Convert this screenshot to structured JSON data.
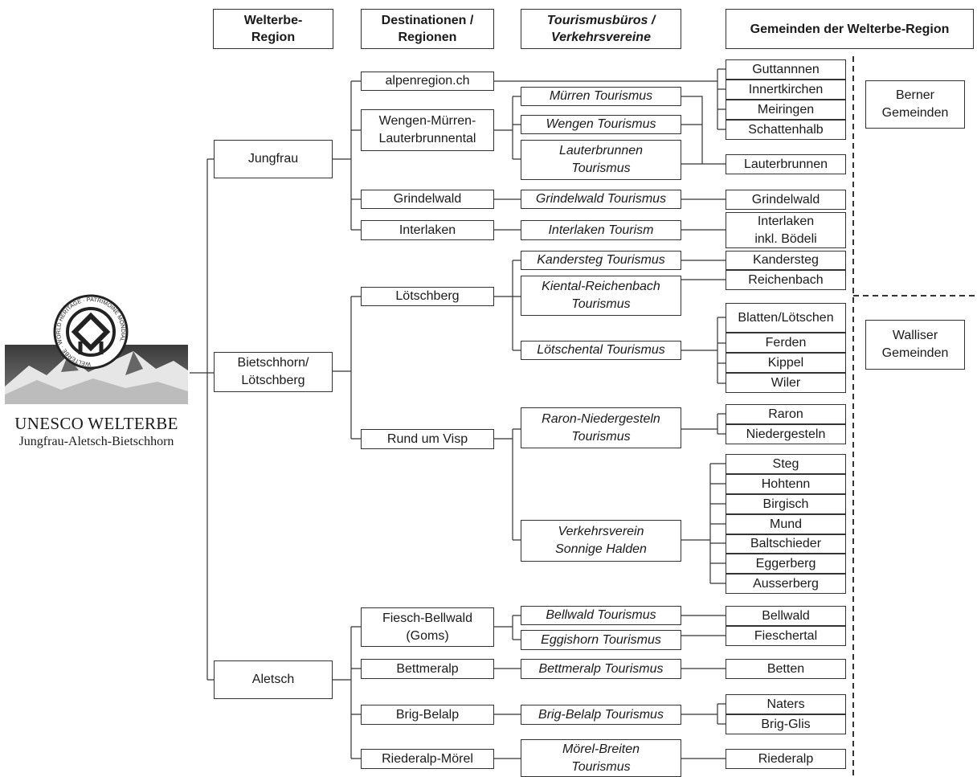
{
  "headers": {
    "region": "Welterbe-\nRegion",
    "destinations": "Destinationen /\nRegionen",
    "offices": "Tourismusbüros /\nVerkehrsvereine",
    "municipalities": "Gemeinden der Welterbe-Region"
  },
  "logo": {
    "ring_text": "WELTERBE · WORLD HERITAGE · PATRIMOINE MONDIAL",
    "title": "UNESCO WELTERBE",
    "subtitle": "Jungfrau-Aletsch-Bietschhorn"
  },
  "side_labels": {
    "berner": "Berner\nGemeinden",
    "walliser": "Walliser\nGemeinden"
  },
  "regions": [
    "Jungfrau",
    "Bietschhorn/\nLötschberg",
    "Aletsch"
  ],
  "destinations": [
    "alpenregion.ch",
    "Wengen-Mürren-\nLauterbrunnental",
    "Grindelwald",
    "Interlaken",
    "Lötschberg",
    "Rund um Visp",
    "Fiesch-Bellwald\n(Goms)",
    "Bettmeralp",
    "Brig-Belalp",
    "Riederalp-Mörel"
  ],
  "offices": [
    "Mürren Tourismus",
    "Wengen Tourismus",
    "Lauterbrunnen\nTourismus",
    "Grindelwald Tourismus",
    "Interlaken Tourism",
    "Kandersteg Tourismus",
    "Kiental-Reichenbach\nTourismus",
    "Lötschental Tourismus",
    "Raron-Niedergesteln\nTourismus",
    "Verkehrsverein\nSonnige Halden",
    "Bellwald Tourismus",
    "Eggishorn Tourismus",
    "Bettmeralp Tourismus",
    "Brig-Belalp Tourismus",
    "Mörel-Breiten\nTourismus"
  ],
  "municipalities": [
    "Guttannnen",
    "Innertkirchen",
    "Meiringen",
    "Schattenhalb",
    "Lauterbrunnen",
    "Grindelwald",
    "Interlaken\ninkl. Bödeli",
    "Kandersteg",
    "Reichenbach",
    "Blatten/Lötschen",
    "Ferden",
    "Kippel",
    "Wiler",
    "Raron",
    "Niedergesteln",
    "Steg",
    "Hohtenn",
    "Birgisch",
    "Mund",
    "Baltschieder",
    "Eggerberg",
    "Ausserberg",
    "Bellwald",
    "Fieschertal",
    "Betten",
    "Naters",
    "Brig-Glis",
    "Riederalp"
  ]
}
